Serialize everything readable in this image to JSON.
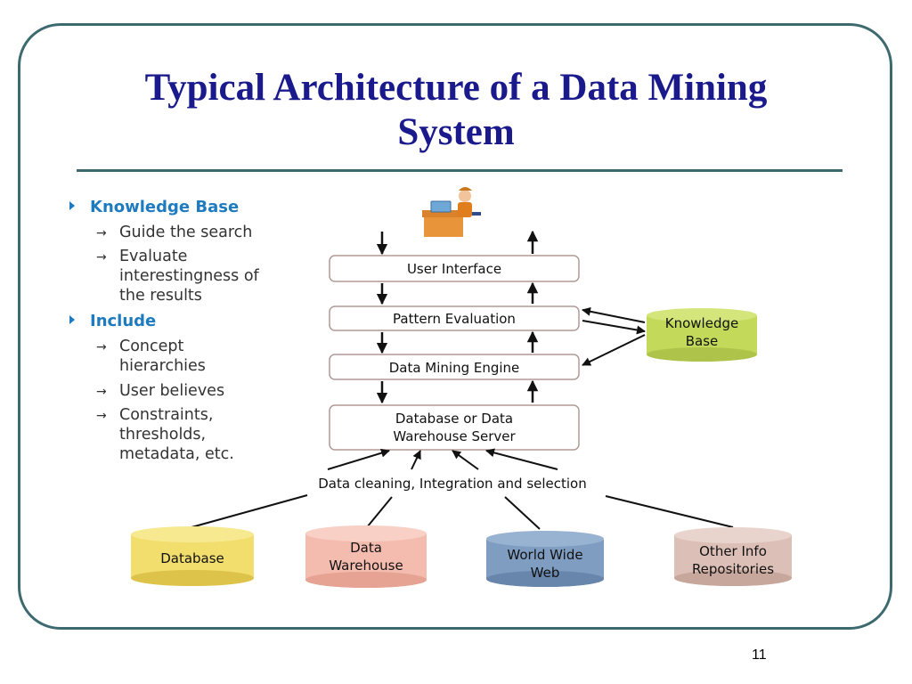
{
  "slide": {
    "title": "Typical Architecture of a Data Mining System",
    "page_number": "11"
  },
  "bullets": [
    {
      "heading": "Knowledge Base",
      "items": [
        {
          "text": "Guide the search"
        },
        {
          "lines": [
            "Evaluate",
            "interestingness of",
            "the results"
          ]
        }
      ]
    },
    {
      "heading": "Include",
      "items": [
        {
          "lines": [
            "Concept",
            "hierarchies"
          ]
        },
        {
          "text": "User believes"
        },
        {
          "lines": [
            "Constraints,",
            "thresholds,",
            "metadata, etc."
          ]
        }
      ]
    }
  ],
  "diagram": {
    "layers": [
      {
        "label": "User Interface"
      },
      {
        "label": "Pattern Evaluation"
      },
      {
        "label": "Data Mining Engine"
      },
      {
        "lines": [
          "Database or Data",
          "Warehouse Server"
        ]
      }
    ],
    "knowledge_base": {
      "lines": [
        "Knowledge",
        "Base"
      ]
    },
    "integration_label": "Data cleaning, Integration and selection",
    "sources": [
      {
        "label": "Database",
        "color": "#f2de6c"
      },
      {
        "lines": [
          "Data",
          "Warehouse"
        ],
        "color": "#f4bcae"
      },
      {
        "lines": [
          "World Wide",
          "Web"
        ],
        "color": "#7f9dc1"
      },
      {
        "lines": [
          "Other Info",
          "Repositories"
        ],
        "color": "#dcc0b7"
      }
    ],
    "colors": {
      "knowledge_base": "#c2d95a",
      "layer_border": "#b09a96",
      "arrow": "#111111"
    },
    "icons": {
      "user": "person-at-desk-icon"
    }
  }
}
